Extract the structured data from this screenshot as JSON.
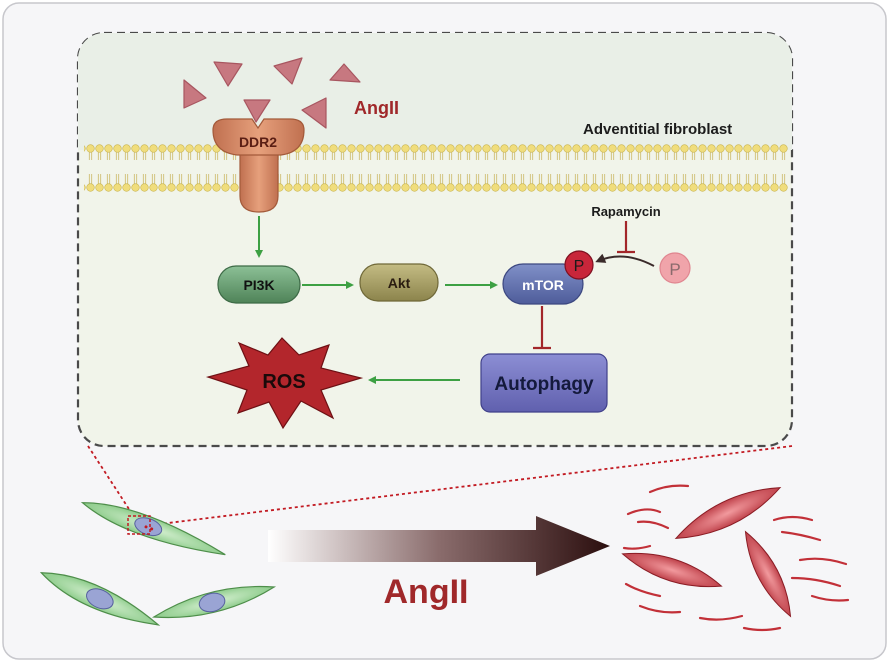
{
  "labels": {
    "angii_top": "AngII",
    "cell_type": "Adventitial fibroblast",
    "receptor": "DDR2",
    "pi3k": "PI3K",
    "akt": "Akt",
    "mtor": "mTOR",
    "phospho_on": "P",
    "phospho_free": "P",
    "inhibitor": "Rapamycin",
    "autophagy": "Autophagy",
    "ros": "ROS",
    "angii_bottom": "AngII"
  },
  "colors": {
    "angii_text": "#a0282a",
    "activation_arrow": "#3da043",
    "inhibition": "#a3262a",
    "pi3k_fill": "#5e9468",
    "akt_fill": "#a29a60",
    "mtor_fill": "#5b6aa8",
    "autophagy_fill": "#6f6fbe",
    "ros_fill": "#b3262c",
    "receptor_fill": "#d98a60",
    "ligand_fill": "#c77880",
    "membrane_bead": "#f0dd7c",
    "fibroblast_fill": "#8fd08c",
    "myofibroblast_fill": "#c8414a"
  }
}
